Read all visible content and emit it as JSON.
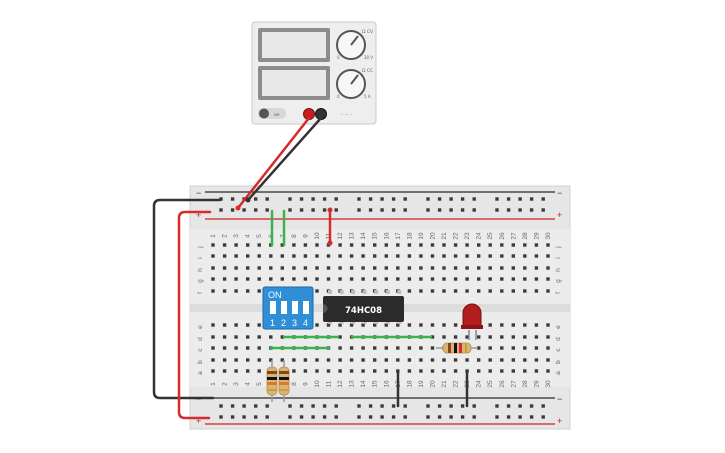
{
  "power_supply": {
    "top_knob_label": "Ω CV",
    "bottom_knob_label": "Ω CC",
    "knob1_max": "30 V",
    "knob1_min": "0",
    "knob2_max": "5 A",
    "knob2_min": "0",
    "button_label": "on",
    "terminal_text": "~ ~ ~"
  },
  "breadboard": {
    "columns": [
      "1",
      "2",
      "3",
      "4",
      "5",
      "6",
      "7",
      "8",
      "9",
      "10",
      "11",
      "12",
      "13",
      "14",
      "15",
      "16",
      "17",
      "18",
      "19",
      "20",
      "21",
      "22",
      "23",
      "24",
      "25",
      "26",
      "27",
      "28",
      "29",
      "30"
    ],
    "rows_top": [
      "j",
      "i",
      "h",
      "g",
      "f"
    ],
    "rows_bottom": [
      "e",
      "d",
      "c",
      "b",
      "a"
    ],
    "plus": "+",
    "minus": "−"
  },
  "dip_switch": {
    "header": "ON",
    "numbers": [
      "1",
      "2",
      "3",
      "4"
    ]
  },
  "ic": {
    "label": "74HC08"
  },
  "colors": {
    "red_wire": "#d62b2b",
    "black_wire": "#333333",
    "green_wire": "#3bb34a",
    "dip_blue": "#2e8fd6",
    "led_red": "#b01e1e",
    "board": "#e9e9e9"
  }
}
